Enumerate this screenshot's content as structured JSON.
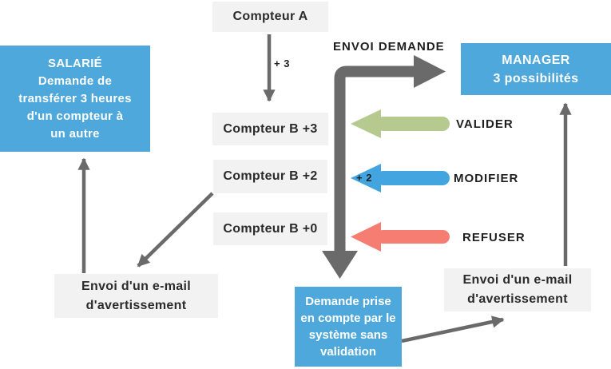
{
  "colors": {
    "node_blue": "#4ea8dc",
    "node_gray": "#f2f2f2",
    "arrow_gray": "#6a6a6a",
    "arrow_green": "#b6c98f",
    "arrow_blue": "#43a5e0",
    "arrow_red": "#f57d72"
  },
  "nodes": {
    "compteur_a": "Compteur A",
    "compteur_b3": "Compteur B +3",
    "compteur_b2": "Compteur B +2",
    "compteur_b0": "Compteur B +0",
    "salarie": {
      "lines": [
        "SALARIÉ",
        "Demande de",
        "transférer 3 heures",
        "d'un compteur à",
        "un autre"
      ]
    },
    "manager": {
      "lines": [
        "MANAGER",
        "3 possibilités"
      ]
    },
    "demande_auto": {
      "lines": [
        "Demande prise",
        "en compte par le",
        "système sans",
        "validation"
      ]
    },
    "email_left": {
      "lines": [
        "Envoi d'un e-mail",
        "d'avertissement"
      ]
    },
    "email_right": {
      "lines": [
        "Envoi d'un e-mail",
        "d'avertissement"
      ]
    }
  },
  "labels": {
    "envoi_demande": "ENVOI DEMANDE",
    "valider": "VALIDER",
    "modifier": "MODIFIER",
    "refuser": "REFUSER",
    "plus3": "+ 3",
    "plus2": "+ 2"
  }
}
